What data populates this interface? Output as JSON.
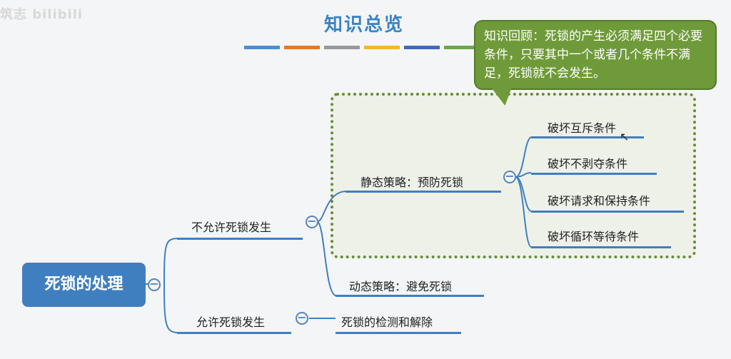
{
  "watermark": "筑志 bilibili",
  "title": "知识总览",
  "title_bars": [
    "#4d8ecf",
    "#e07a2e",
    "#999999",
    "#f2b630",
    "#4169b8",
    "#6aa84f"
  ],
  "callout": {
    "text": "知识回顾：死锁的产生必须满足四个必要条件，只要其中一个或者几个条件不满足，死锁就不会发生。"
  },
  "mindmap": {
    "root": "死锁的处理",
    "branch1": "不允许死锁发生",
    "branch1_static": "静态策略：预防死锁",
    "branch1_dynamic": "动态策略：避免死锁",
    "static_children": [
      "破坏互斥条件",
      "破坏不剥夺条件",
      "破坏请求和保持条件",
      "破坏循环等待条件"
    ],
    "branch2": "允许死锁发生",
    "branch2_child": "死锁的检测和解除",
    "collapse_symbol": "−"
  }
}
